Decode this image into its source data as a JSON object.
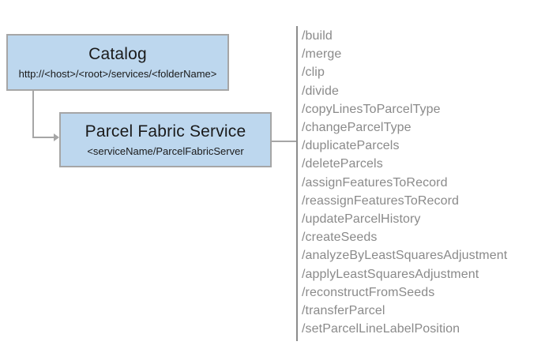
{
  "colors": {
    "box_fill": "#BDD7EE",
    "box_border": "#A6A6A6",
    "connector": "#A6A6A6",
    "divider": "#8C8C8C",
    "endpoint_text": "#8A8A8A",
    "title_text": "#1A1A1A"
  },
  "catalog_node": {
    "title": "Catalog",
    "subtitle": "http://<host>/<root>/services/<folderName>"
  },
  "service_node": {
    "title": "Parcel Fabric Service",
    "subtitle": "<serviceName/ParcelFabricServer"
  },
  "endpoints": {
    "items": [
      "/build",
      "/merge",
      "/clip",
      "/divide",
      "/copyLinesToParcelType",
      "/changeParcelType",
      "/duplicateParcels",
      "/deleteParcels",
      "/assignFeaturesToRecord",
      "/reassignFeaturesToRecord",
      "/updateParcelHistory",
      "/createSeeds",
      "/analyzeByLeastSquaresAdjustment",
      "/applyLeastSquaresAdjustment",
      "/reconstructFromSeeds",
      "/transferParcel",
      "/setParcelLineLabelPosition"
    ]
  }
}
